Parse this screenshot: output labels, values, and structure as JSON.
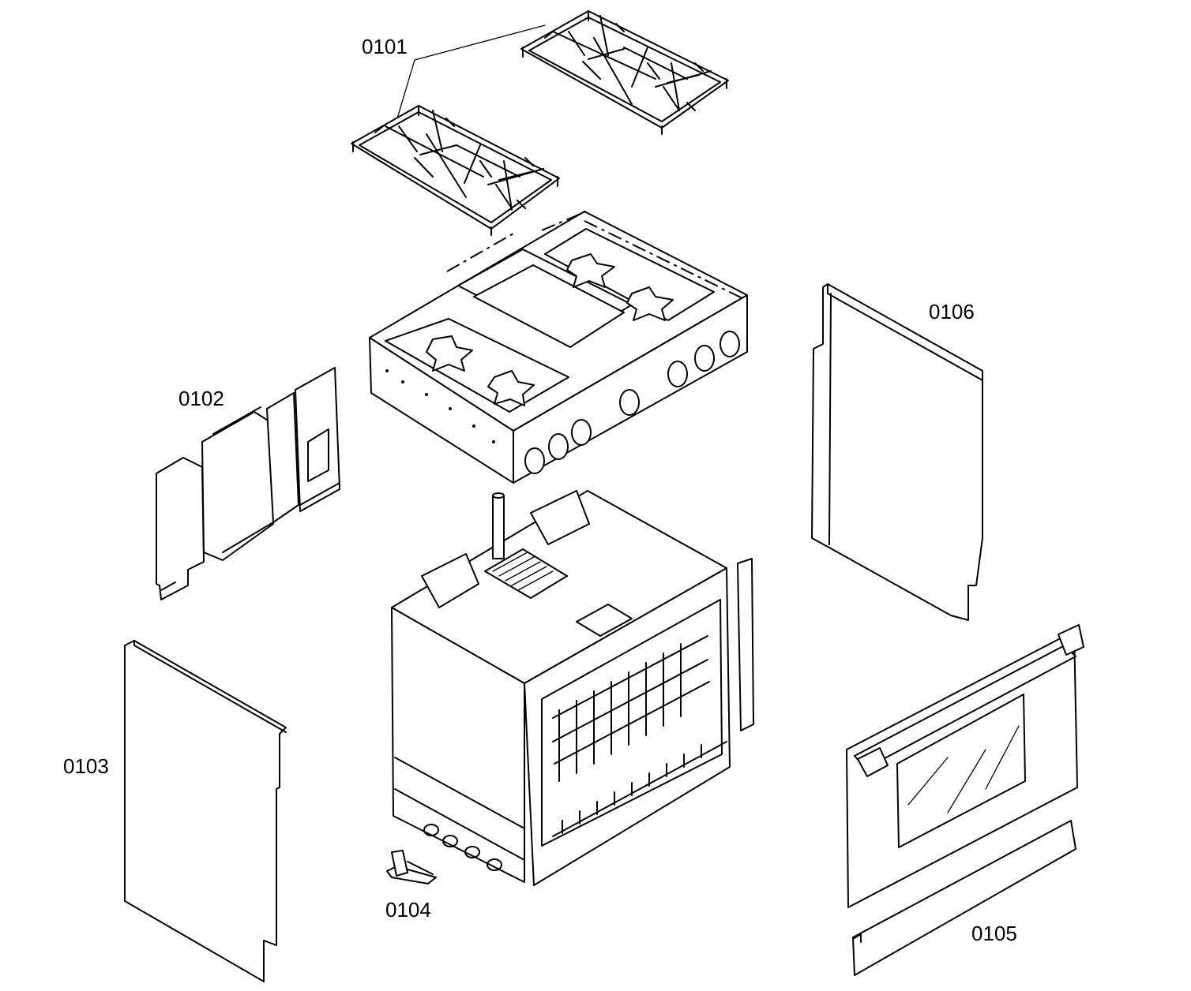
{
  "diagram": {
    "labels": {
      "grates": "0101",
      "back_panel": "0102",
      "left_side_panel": "0103",
      "kick_bracket": "0104",
      "door_and_kickplate": "0105",
      "right_side_panel": "0106"
    }
  }
}
